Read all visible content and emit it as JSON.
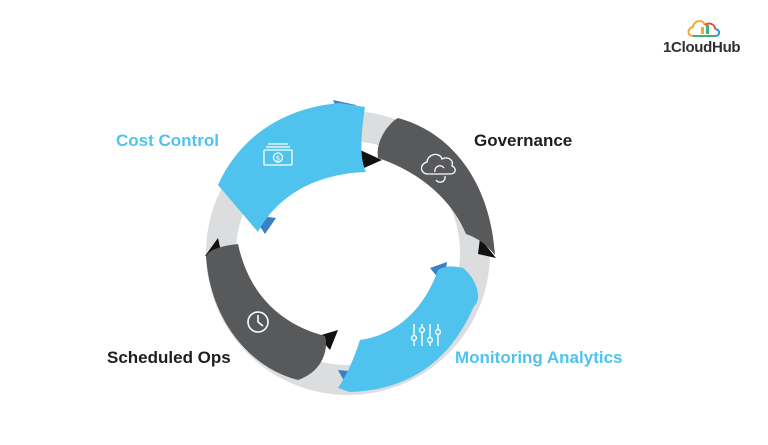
{
  "brand": {
    "name": "1CloudHub"
  },
  "colors": {
    "blue": "#4FC3EE",
    "dark": "#58595B",
    "ring": "#DCDDDE",
    "fold_blue": "#3B7FC4",
    "fold_dark": "#111111",
    "text_dark": "#1E1E1E"
  },
  "segments": [
    {
      "label": "Cost Control",
      "icon": "money-icon",
      "color": "blue"
    },
    {
      "label": "Governance",
      "icon": "cloud-sync-icon",
      "color": "dark"
    },
    {
      "label": "Monitoring Analytics",
      "icon": "sliders-icon",
      "color": "blue"
    },
    {
      "label": "Scheduled Ops",
      "icon": "clock-icon",
      "color": "dark"
    }
  ]
}
